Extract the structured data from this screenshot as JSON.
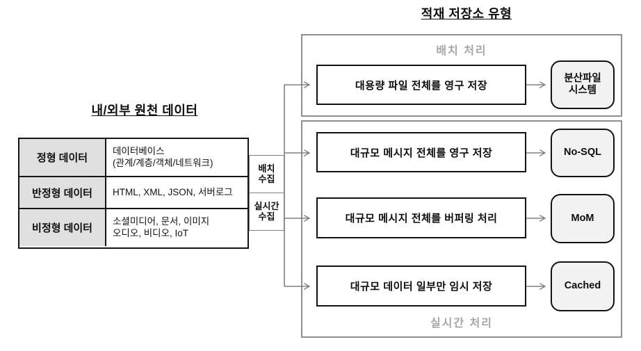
{
  "titles": {
    "storage": "적재 저장소 유형",
    "source": "내/외부 원천 데이터"
  },
  "source_table": {
    "rows": [
      {
        "type": "정형 데이터",
        "desc_lines": [
          "데이터베이스",
          "(관계/계층/객체/네트워크)"
        ]
      },
      {
        "type": "반정형 데이터",
        "desc_lines": [
          "HTML, XML, JSON, 서버로그"
        ]
      },
      {
        "type": "비정형 데이터",
        "desc_lines": [
          "소셜미디어, 문서, 이미지",
          "오디오, 비디오, IoT"
        ]
      }
    ]
  },
  "collectors": [
    {
      "lines": [
        "배치",
        "수집"
      ]
    },
    {
      "lines": [
        "실시간",
        "수집"
      ]
    }
  ],
  "batch_group": {
    "label": "배치 처리",
    "flows": [
      {
        "process": "대용량 파일 전체를 영구 저장",
        "store_lines": [
          "분산파일",
          "시스템"
        ]
      }
    ]
  },
  "realtime_group": {
    "label": "실시간 처리",
    "flows": [
      {
        "process": "대규모 메시지 전체를 영구 저장",
        "store_lines": [
          "No-SQL"
        ]
      },
      {
        "process": "대규모 메시지 전체를 버퍼링 처리",
        "store_lines": [
          "MoM"
        ]
      },
      {
        "process": "대규모 데이터 일부만 임시 저장",
        "store_lines": [
          "Cached"
        ]
      }
    ]
  },
  "colors": {
    "table_header_fill": "#e0e0e0",
    "store_fill": "#f2f2f2",
    "container_border": "#8f8f8f",
    "group_label": "#a6a6a6",
    "connector": "#808080",
    "box_border": "#111111"
  }
}
